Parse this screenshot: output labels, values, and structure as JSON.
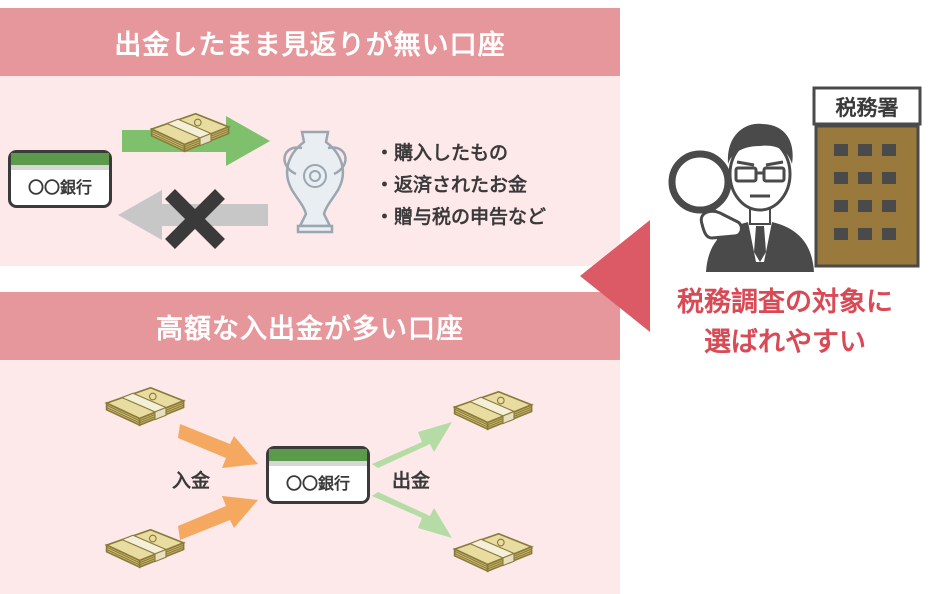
{
  "top_section": {
    "title": "出金したまま見返りが無い口座",
    "bank_label": "〇〇銀行",
    "items": [
      "・購入したもの",
      "・返済されたお金",
      "・贈与税の申告など"
    ]
  },
  "bottom_section": {
    "title": "高額な入出金が多い口座",
    "bank_label": "〇〇銀行",
    "deposit_label": "入金",
    "withdrawal_label": "出金"
  },
  "tax_office": {
    "sign": "税務署",
    "result_line1": "税務調査の対象に",
    "result_line2": "選ばれやすい"
  },
  "colors": {
    "banner": "#e6979b",
    "panel": "#fde8ea",
    "bank_card": "#5a9a4a",
    "arrow_green": "#7ec06b",
    "arrow_gray": "#c7c7c7",
    "arrow_orange": "#f4a860",
    "arrow_light_green": "#b5dca4",
    "pointer_red": "#dc5a65",
    "result_text": "#d84a55"
  }
}
